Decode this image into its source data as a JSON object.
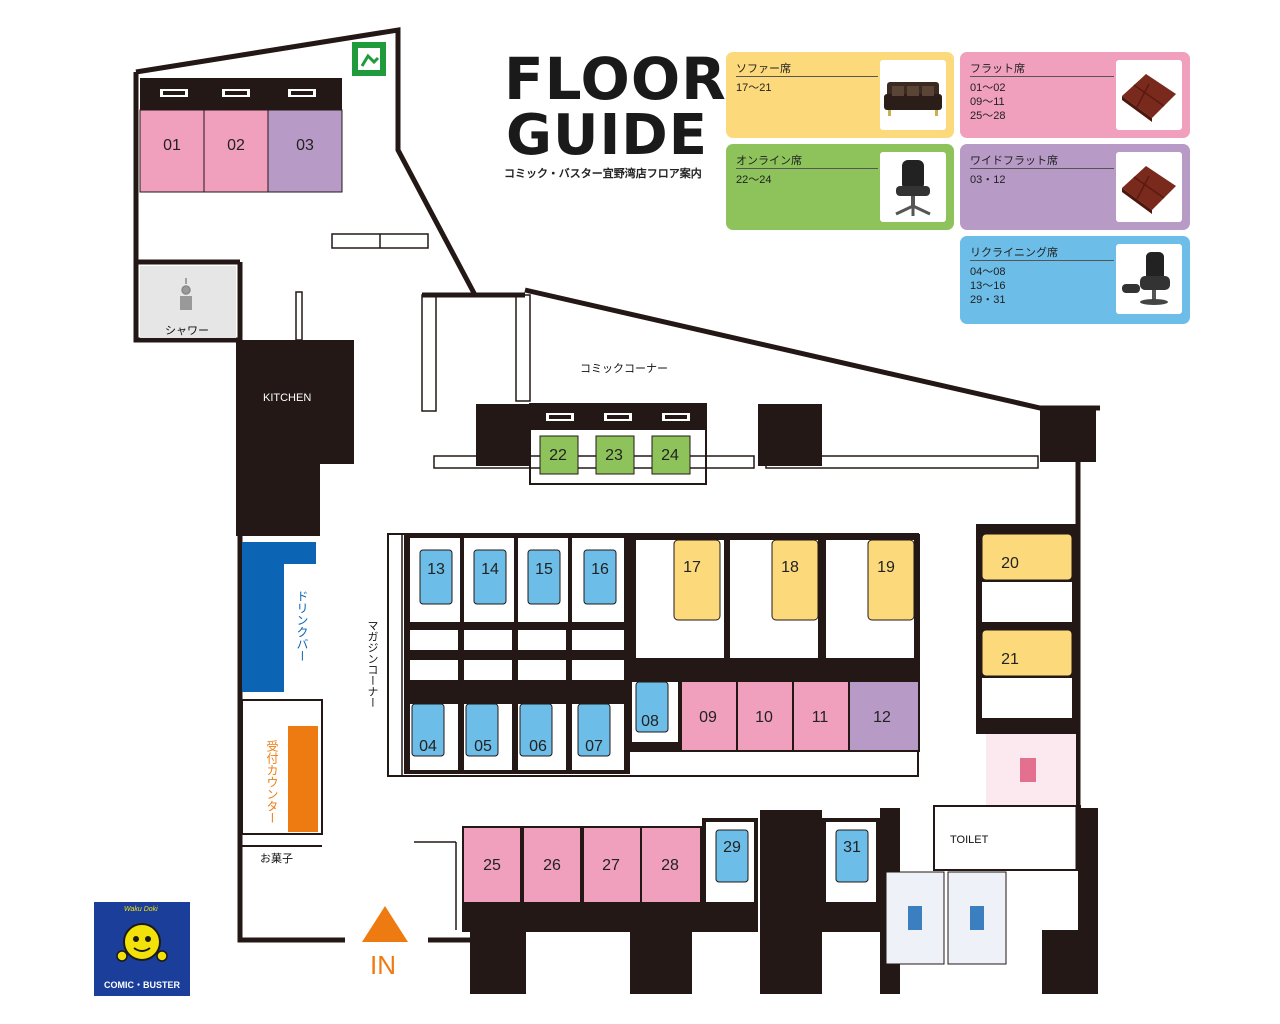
{
  "header": {
    "title_line1": "FLOOR",
    "title_line2": "GUIDE",
    "subtitle": "コミック・バスター宜野湾店フロア案内"
  },
  "colors": {
    "sofa": "#fcd97a",
    "flat": "#f09fbd",
    "online": "#8dc35a",
    "wide_flat": "#b89ac7",
    "recliner": "#6cbde8",
    "wall": "#231815",
    "drink_bar": "#0b64b4",
    "counter": "#ee7b12",
    "in_arrow": "#ee7b12"
  },
  "legend": [
    {
      "key": "sofa",
      "label": "ソファー席",
      "ranges": "17〜21",
      "icon": "sofa-icon"
    },
    {
      "key": "flat",
      "label": "フラット席",
      "ranges": "01〜02\n09〜11\n25〜28",
      "icon": "flat-mat-icon"
    },
    {
      "key": "online",
      "label": "オンライン席",
      "ranges": "22〜24",
      "icon": "office-chair-icon"
    },
    {
      "key": "wide_flat",
      "label": "ワイドフラット席",
      "ranges": "03・12",
      "icon": "flat-mat-icon"
    },
    {
      "key": "recliner",
      "label": "リクライニング席",
      "ranges": "04〜08\n13〜16\n29・31",
      "icon": "recliner-icon"
    }
  ],
  "areas": {
    "shower": "シャワー",
    "kitchen": "KITCHEN",
    "drink_bar": "ドリンクバー",
    "reception": "受付カウンター",
    "snacks": "お菓子",
    "comic_corner": "コミックコーナー",
    "magazine_corner": "マガジンコーナー",
    "toilet": "TOILET",
    "entrance": "IN"
  },
  "brand": {
    "name": "COMIC・BUSTER",
    "mascot_text": "Waku Doki"
  },
  "seats": [
    {
      "id": "01",
      "type": "flat"
    },
    {
      "id": "02",
      "type": "flat"
    },
    {
      "id": "03",
      "type": "wide_flat"
    },
    {
      "id": "04",
      "type": "recliner"
    },
    {
      "id": "05",
      "type": "recliner"
    },
    {
      "id": "06",
      "type": "recliner"
    },
    {
      "id": "07",
      "type": "recliner"
    },
    {
      "id": "08",
      "type": "recliner"
    },
    {
      "id": "09",
      "type": "flat"
    },
    {
      "id": "10",
      "type": "flat"
    },
    {
      "id": "11",
      "type": "flat"
    },
    {
      "id": "12",
      "type": "wide_flat"
    },
    {
      "id": "13",
      "type": "recliner"
    },
    {
      "id": "14",
      "type": "recliner"
    },
    {
      "id": "15",
      "type": "recliner"
    },
    {
      "id": "16",
      "type": "recliner"
    },
    {
      "id": "17",
      "type": "sofa"
    },
    {
      "id": "18",
      "type": "sofa"
    },
    {
      "id": "19",
      "type": "sofa"
    },
    {
      "id": "20",
      "type": "sofa"
    },
    {
      "id": "21",
      "type": "sofa"
    },
    {
      "id": "22",
      "type": "online"
    },
    {
      "id": "23",
      "type": "online"
    },
    {
      "id": "24",
      "type": "online"
    },
    {
      "id": "25",
      "type": "flat"
    },
    {
      "id": "26",
      "type": "flat"
    },
    {
      "id": "27",
      "type": "flat"
    },
    {
      "id": "28",
      "type": "flat"
    },
    {
      "id": "29",
      "type": "recliner"
    },
    {
      "id": "31",
      "type": "recliner"
    }
  ]
}
